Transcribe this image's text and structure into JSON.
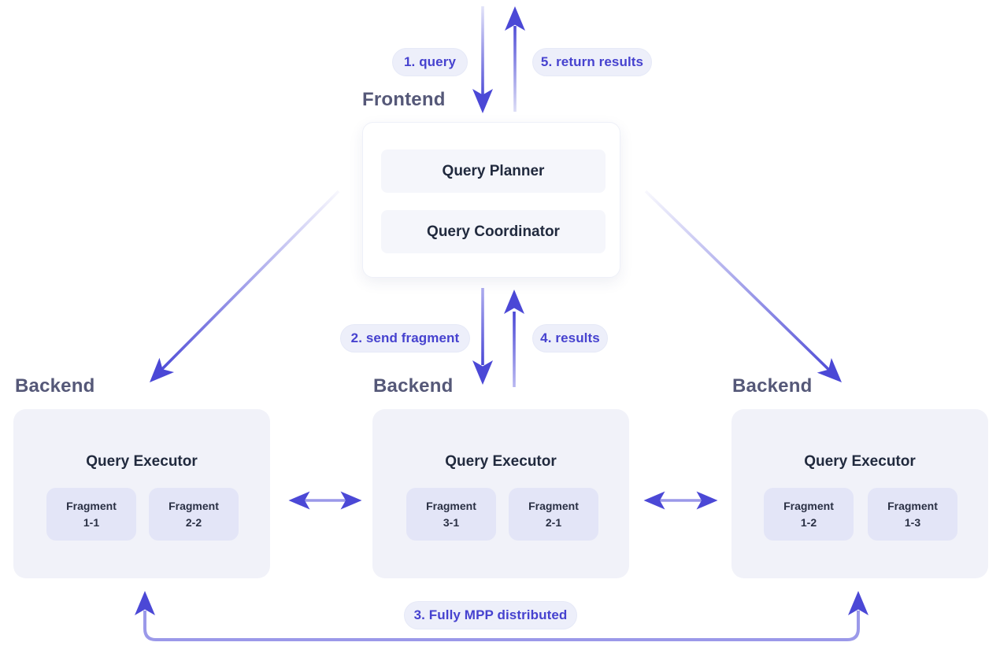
{
  "diagram": {
    "title_semantic": "MPP distributed query execution architecture",
    "steps": {
      "step1": "1. query",
      "step2": "2. send fragment",
      "step3": "3. Fully MPP distributed",
      "step4": "4. results",
      "step5": "5. return results"
    },
    "frontend": {
      "label": "Frontend",
      "components": {
        "planner": "Query Planner",
        "coordinator": "Query Coordinator"
      }
    },
    "backends": [
      {
        "label": "Backend",
        "executor": "Query Executor",
        "fragments": [
          {
            "name": "Fragment",
            "id": "1-1"
          },
          {
            "name": "Fragment",
            "id": "2-2"
          }
        ]
      },
      {
        "label": "Backend",
        "executor": "Query Executor",
        "fragments": [
          {
            "name": "Fragment",
            "id": "3-1"
          },
          {
            "name": "Fragment",
            "id": "2-1"
          }
        ]
      },
      {
        "label": "Backend",
        "executor": "Query Executor",
        "fragments": [
          {
            "name": "Fragment",
            "id": "1-2"
          },
          {
            "name": "Fragment",
            "id": "1-3"
          }
        ]
      }
    ]
  },
  "colors": {
    "arrow_accent": "#4b48d6",
    "arrow_light": "#9b99e9",
    "pill_background": "#edeffa",
    "pill_text": "#4642cf",
    "section_label": "#555878",
    "card_text": "#212a3e",
    "frontend_row_background": "#f5f6fb",
    "backend_card_background": "#f1f2f9",
    "fragment_background": "#e3e5f7",
    "canvas_background": "#ffffff"
  }
}
